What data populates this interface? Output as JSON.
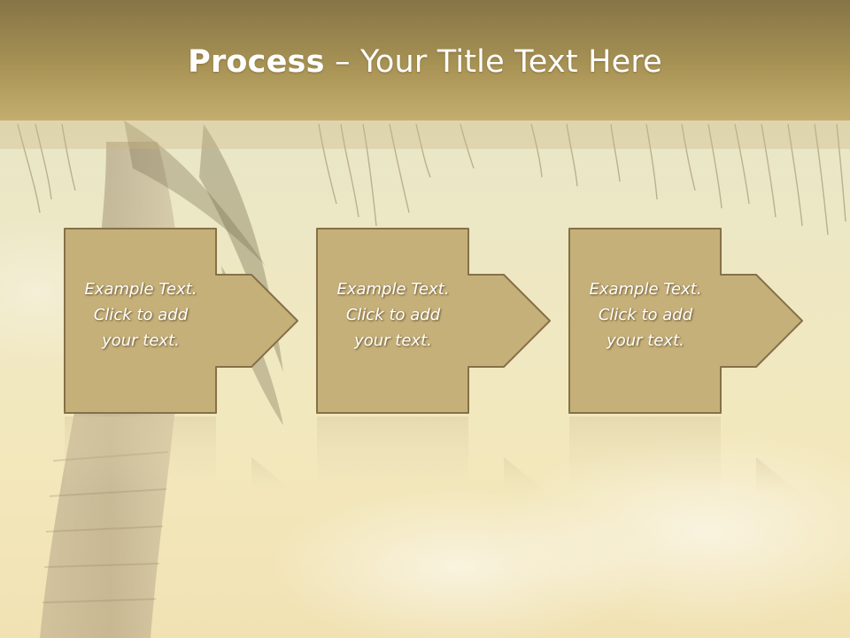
{
  "slide": {
    "title_bold": "Process",
    "title_dash": " – ",
    "title_rest": "Your Title Text Here"
  },
  "steps": [
    {
      "line1": "Example Text.",
      "line2": "Click  to add",
      "line3": "your text."
    },
    {
      "line1": "Example Text.",
      "line2": "Click  to add",
      "line3": "your text."
    },
    {
      "line1": "Example Text.",
      "line2": "Click  to add",
      "line3": "your text."
    }
  ],
  "colors": {
    "box_fill": "#c6b07a",
    "box_border": "#857148",
    "title_band": "#b49c5c",
    "text": "#ffffff"
  }
}
